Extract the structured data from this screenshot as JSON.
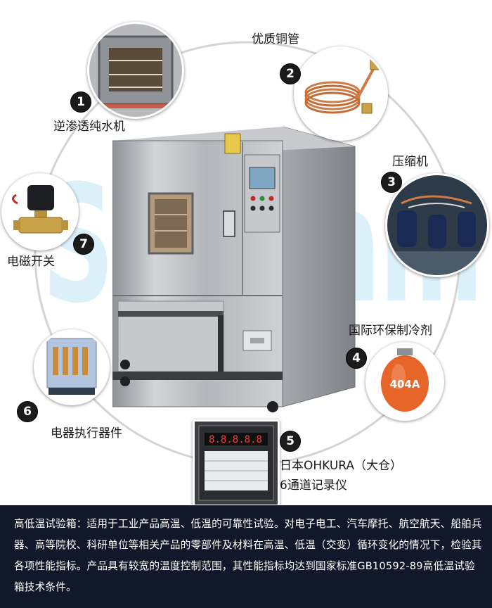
{
  "watermark": {
    "text": "Sailham"
  },
  "features": [
    {
      "number": "1",
      "label": "逆渗透纯水机",
      "icon": "ro-water-machine-icon"
    },
    {
      "number": "2",
      "label": "优质铜管",
      "icon": "copper-tube-icon"
    },
    {
      "number": "3",
      "label": "压缩机",
      "icon": "compressor-icon"
    },
    {
      "number": "4",
      "label": "国际环保制冷剂",
      "icon": "refrigerant-tank-icon",
      "tank_text": "404A"
    },
    {
      "number": "5",
      "label_line1": "日本OHKURA（大仓）",
      "label_line2": "6通道记录仪",
      "icon": "recorder-icon",
      "display": "8.8.8.8.8"
    },
    {
      "number": "6",
      "label": "电器执行器件",
      "icon": "relay-icon"
    },
    {
      "number": "7",
      "label": "电磁开关",
      "icon": "solenoid-valve-icon"
    }
  ],
  "caption": "高低温试验箱：适用于工业产品高温、低温的可靠性试验。对电子电工、汽车摩托、航空航天、船舶兵器、高等院校、科研单位等相关产品的零部件及材料在高温、低温（交变）循环变化的情况下，检验其各项性能指标。产品具有较宽的温度控制范围，其性能指标均达到国家标准GB10592-89高低温试验箱技术条件。",
  "colors": {
    "caption_bg": "#10182a",
    "badge": "#1b1b1b",
    "steel": "#b9bcc0",
    "copper": "#d07a45",
    "refrigerant": "#e8652a"
  }
}
